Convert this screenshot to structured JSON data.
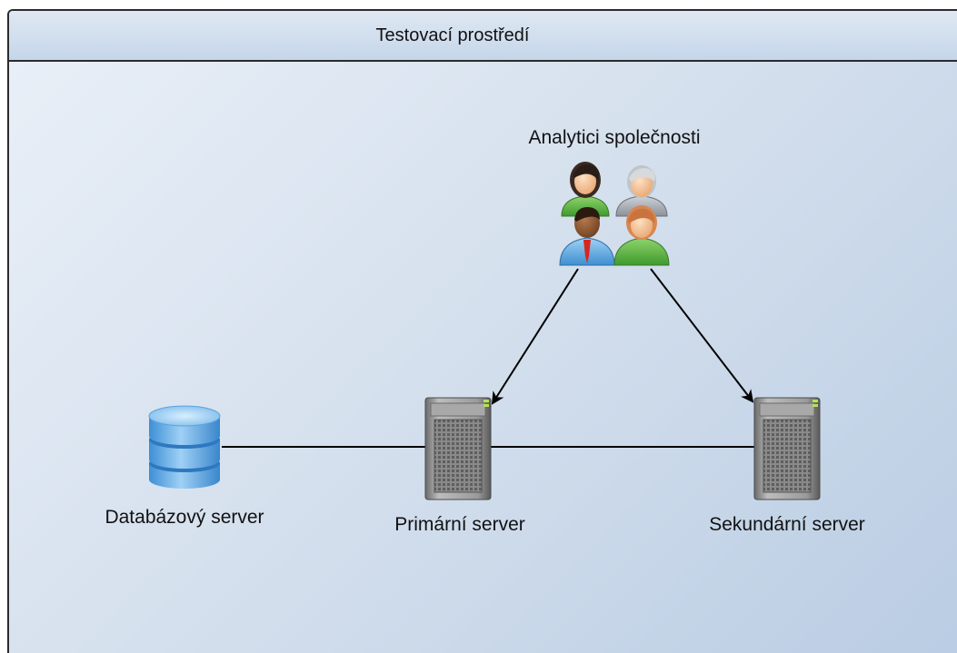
{
  "diagram": {
    "title": "Testovací prostředí",
    "nodes": {
      "analysts": {
        "label": "Analytici společnosti",
        "icon": "user-group-icon"
      },
      "database": {
        "label": "Databázový server",
        "icon": "database-icon"
      },
      "primary": {
        "label": "Primární server",
        "icon": "server-tower-icon"
      },
      "secondary": {
        "label": "Sekundární server",
        "icon": "server-tower-icon"
      }
    },
    "edges": [
      {
        "from": "analysts",
        "to": "primary",
        "directed": true
      },
      {
        "from": "analysts",
        "to": "secondary",
        "directed": true
      },
      {
        "from": "database",
        "to": "primary",
        "directed": false
      },
      {
        "from": "primary",
        "to": "secondary",
        "directed": false
      }
    ]
  }
}
